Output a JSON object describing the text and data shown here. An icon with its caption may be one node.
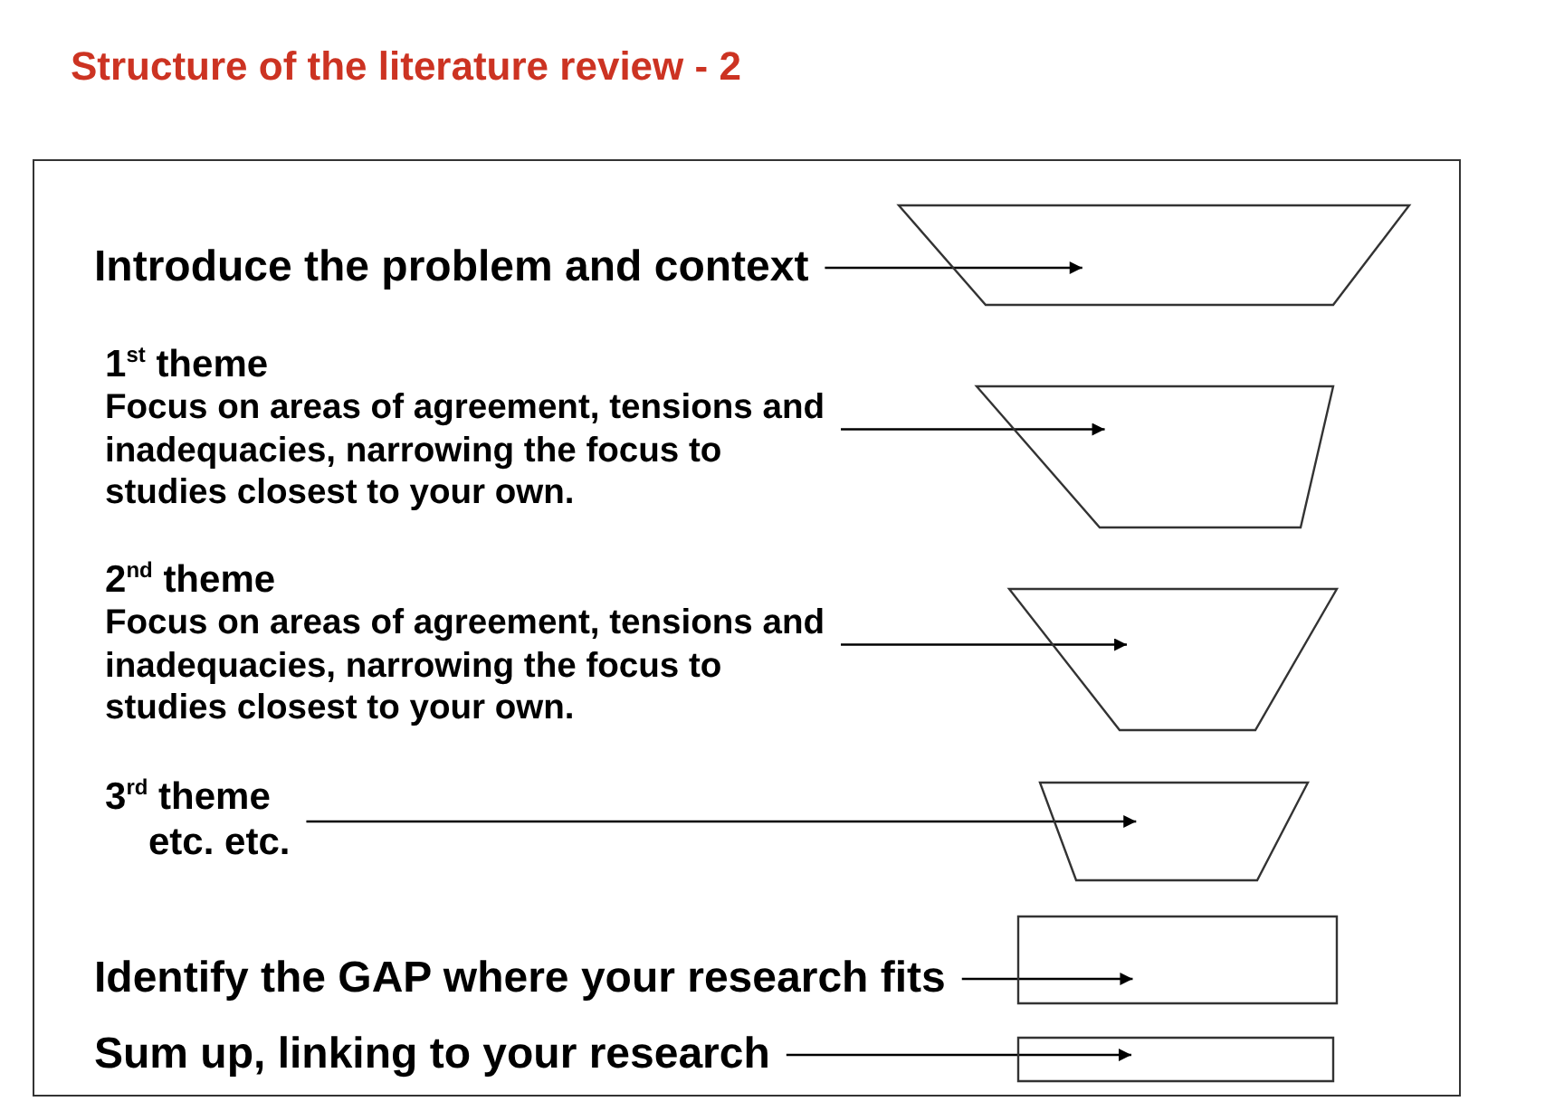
{
  "diagram": {
    "title": "Structure of the literature review - 2",
    "nodes": [
      {
        "text": [],
        "shape": "box"
      },
      {
        "text": [
          "Introduce the problem and context"
        ],
        "in": 0
      },
      {
        "text": [],
        "shape": "trapezoid",
        "in": 0
      },
      {
        "text": [
          "1$^{st}$ theme",
          "Focus on areas of agreement, tensions and inadequacies, narrowing the focus to studies closest to your own."
        ],
        "in": 0
      },
      {
        "text": [],
        "shape": "trapezoid",
        "in": 0
      },
      {
        "text": [
          "2$^{nd}$ theme",
          "Focus on areas of agreement, tensions and inadequacies, narrowing the focus to studies closest to your own."
        ],
        "in": 0
      },
      {
        "text": [],
        "shape": "trapezoid",
        "in": 0
      },
      {
        "text": [
          "3$^{rd}$ theme",
          "etc. etc."
        ],
        "in": 0
      },
      {
        "text": [],
        "shape": "trapezoid",
        "in": 0
      },
      {
        "text": [
          "Identify the GAP where your research fits"
        ],
        "in": 0
      },
      {
        "text": [],
        "shape": "box",
        "in": 0
      },
      {
        "text": [
          "Sum up, linking to your research"
        ],
        "in": 0
      },
      {
        "text": [],
        "shape": "box",
        "in": 0
      }
    ],
    "edges": [
      {
        "from": 1,
        "to": 2,
        "arrow": "to"
      },
      {
        "from": 3,
        "to": 4,
        "arrow": "to"
      },
      {
        "from": 5,
        "to": 6,
        "arrow": "to"
      },
      {
        "from": 7,
        "to": 8,
        "arrow": "to"
      },
      {
        "from": 9,
        "to": 10,
        "arrow": "to"
      },
      {
        "from": 11,
        "to": 12,
        "arrow": "to"
      }
    ]
  }
}
